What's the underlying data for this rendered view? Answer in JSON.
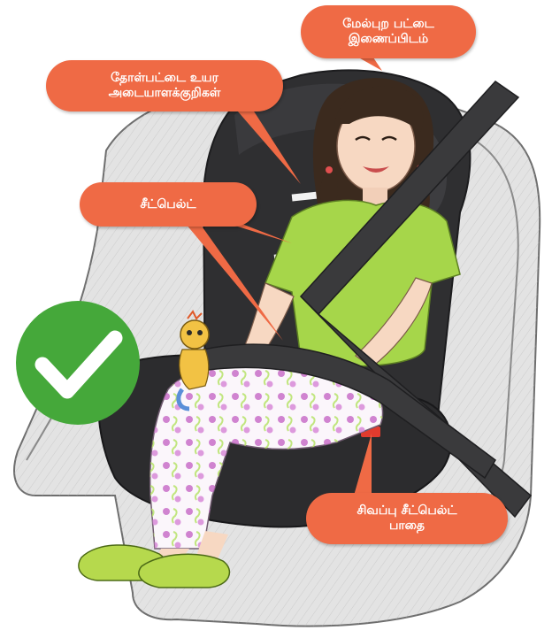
{
  "labels": {
    "top_anchor": "மேல்புற பட்டை\nஇணைப்பிடம்",
    "shoulder_height": "தோள்பட்டை உயர\nஅடையாளக்குறிகள்",
    "seat_belt": "சீட்பெல்ட்",
    "red_belt_path": "சிவப்பு சீட்பெல்ட்\nபாதை"
  },
  "status": {
    "icon": "check-icon",
    "color": "#45a83a"
  },
  "colors": {
    "callout": "#ef6a45",
    "seat_shell": "#dcdcdc",
    "booster": "#2f2f31",
    "belt": "#3a3a3c",
    "shirt": "#a6d64a",
    "belt_guide_red": "#e23b2e"
  }
}
